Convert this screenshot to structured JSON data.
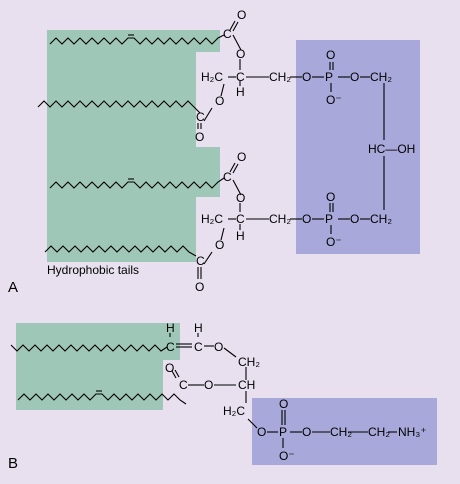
{
  "colors": {
    "background": "#e8e0ef",
    "hydrophobic_region": "#9fc7b7",
    "polar_head_region": "#a9a8da"
  },
  "panel_a": {
    "letter": "A",
    "region_label": "Hydrophobic tails",
    "atoms": {
      "o": "O",
      "c": "C",
      "p": "P",
      "h": "H",
      "h2c": "H₂C",
      "ch2": "CH₂",
      "o_minus": "O⁻",
      "hc_oh": "HC—OH"
    }
  },
  "panel_b": {
    "letter": "B",
    "atoms": {
      "o": "O",
      "c": "C",
      "p": "P",
      "h": "H",
      "ch": "CH",
      "ch2": "CH₂",
      "h2c": "H₂C",
      "o_minus": "O⁻",
      "nh3_plus": "NH₃⁺"
    }
  }
}
